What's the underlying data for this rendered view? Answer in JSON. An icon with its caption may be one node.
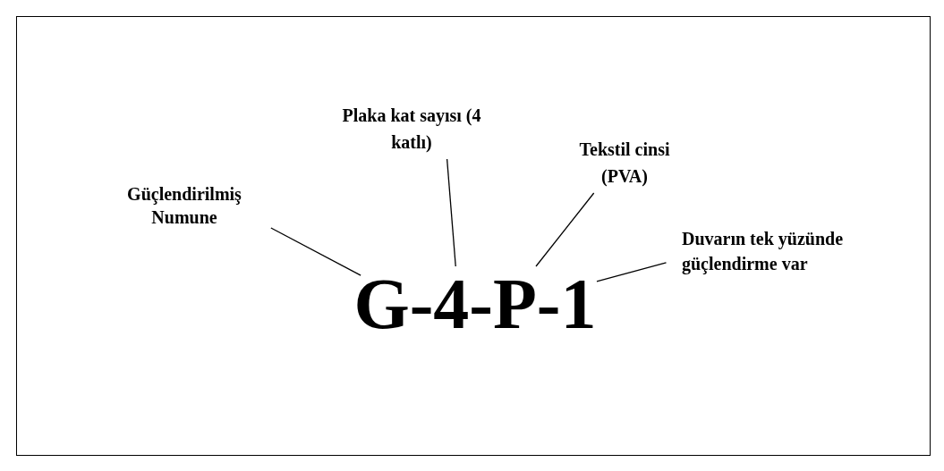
{
  "diagram": {
    "nodes": [
      {
        "text": [
          "Güçlendirilmiş Numune"
        ]
      },
      {
        "text": [
          "Plaka kat sayısı (4 katlı)"
        ]
      },
      {
        "text": [
          "Tekstil cinsi (PVA)"
        ]
      },
      {
        "text": [
          "Duvarın tek yüzünde güçlendirme var"
        ]
      },
      {
        "text": [
          "G-4-P-1"
        ]
      }
    ],
    "edges": [
      {
        "from": 0,
        "to": 4,
        "arrow": "none"
      },
      {
        "from": 1,
        "to": 4,
        "arrow": "none"
      },
      {
        "from": 2,
        "to": 4,
        "arrow": "none"
      },
      {
        "from": 3,
        "to": 4,
        "arrow": "none"
      }
    ]
  }
}
